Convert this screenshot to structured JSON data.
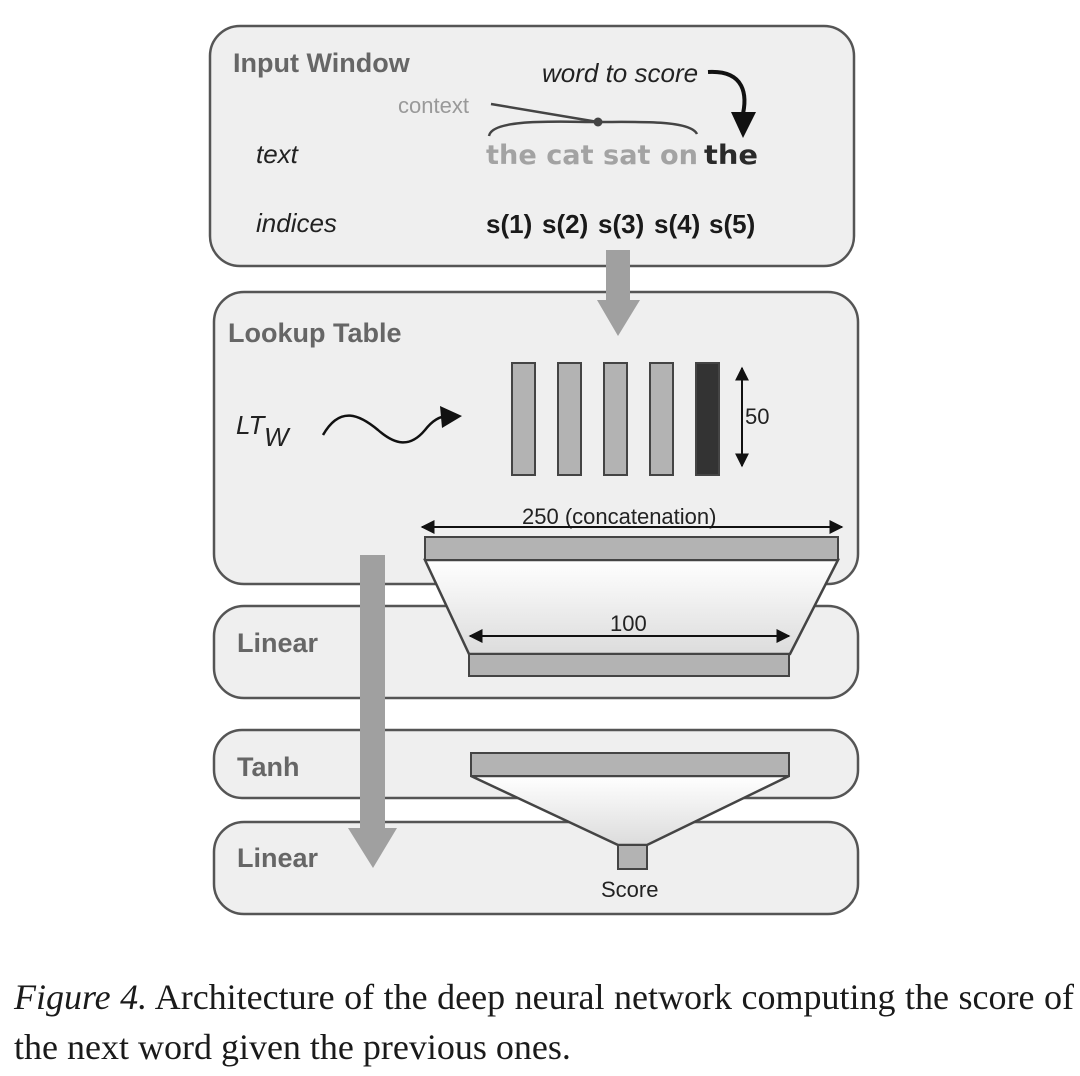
{
  "layers": {
    "input_window": {
      "title": "Input Window",
      "row_text_label": "text",
      "row_indices_label": "indices",
      "context_label": "context",
      "word_to_score_label": "word to score",
      "context_words": "the cat sat on",
      "target_word": "the",
      "indices": [
        "s(1)",
        "s(2)",
        "s(3)",
        "s(4)",
        "s(5)"
      ]
    },
    "lookup_table": {
      "title": "Lookup Table",
      "symbol_main": "LT",
      "symbol_sub": "W",
      "embedding_dim_label": "50",
      "concat_label": "250 (concatenation)",
      "vector_count": 5,
      "highlighted_vector_index": 4
    },
    "linear1": {
      "title": "Linear",
      "output_dim_label": "100"
    },
    "tanh": {
      "title": "Tanh"
    },
    "linear2": {
      "title": "Linear",
      "output_label": "Score"
    }
  },
  "colors": {
    "panel_fill": "#efefef",
    "panel_stroke": "#555555",
    "vector_fill": "#b3b3b3",
    "vector_highlight": "#333333",
    "flow_arrow": "#a0a0a0"
  },
  "caption": {
    "label": "Figure 4.",
    "text": "Architecture of the deep neural network computing the score of the next word given the previous ones."
  }
}
